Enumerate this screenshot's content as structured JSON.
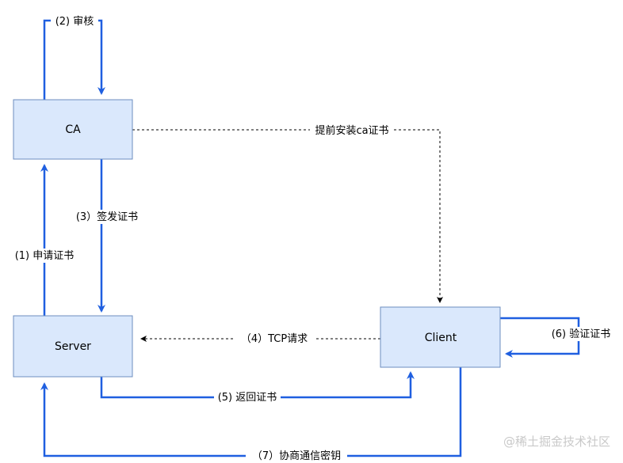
{
  "nodes": {
    "ca": "CA",
    "server": "Server",
    "client": "Client"
  },
  "edges": {
    "audit": "(2) 审核",
    "install_ca_cert": "提前安装ca证书",
    "issue_cert": "(3）签发证书",
    "request_cert": "(1) 申请证书",
    "tcp_request": "（4）TCP请求",
    "verify_cert": "(6) 验证证书",
    "return_cert": "(5) 返回证书",
    "negotiate_key": "（7）协商通信密钥"
  },
  "watermark": "@稀土掘金技术社区",
  "colors": {
    "box_fill": "#dae8fc",
    "box_stroke": "#6c8ebf",
    "solid_edge": "#1f5fe0",
    "dashed_edge": "#000000"
  }
}
